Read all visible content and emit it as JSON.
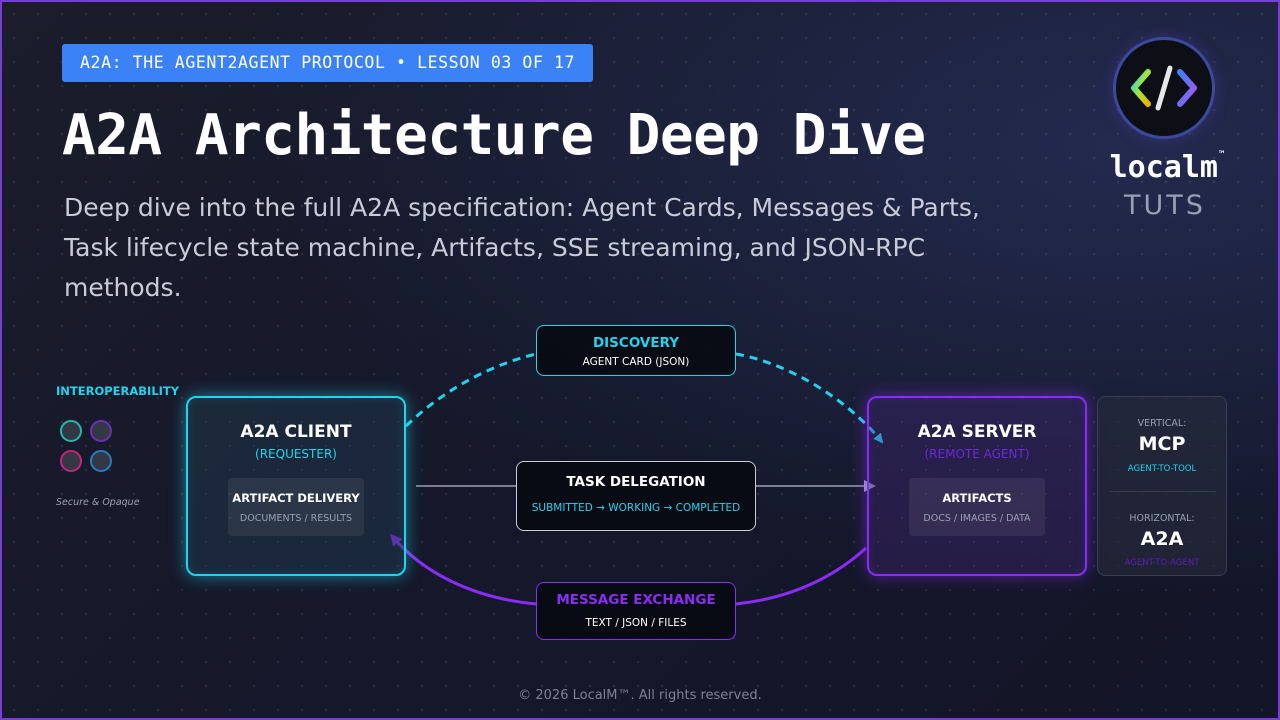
{
  "header": {
    "lesson_badge": "A2A: THE AGENT2AGENT PROTOCOL • LESSON 03 OF 17",
    "title": "A2A Architecture Deep Dive",
    "subtitle": "Deep dive into the full A2A specification: Agent Cards, Messages & Parts, Task lifecycle state machine, Artifacts, SSE streaming, and JSON-RPC methods."
  },
  "brand": {
    "name": "localm",
    "tm": "™",
    "sub": "TUTS",
    "logo_icon": "code-brackets-icon"
  },
  "diagram": {
    "interop": {
      "label": "INTEROPERABILITY",
      "caption": "Secure & Opaque",
      "dot_colors": [
        "#22b8a8",
        "#6d2fb8",
        "#c0267e",
        "#2a7cc0"
      ]
    },
    "client": {
      "title": "A2A CLIENT",
      "role": "(REQUESTER)",
      "card_title": "ARTIFACT DELIVERY",
      "card_sub": "DOCUMENTS / RESULTS"
    },
    "server": {
      "title": "A2A SERVER",
      "role": "(REMOTE AGENT)",
      "card_title": "ARTIFACTS",
      "card_sub": "DOCS / IMAGES / DATA"
    },
    "discovery": {
      "title": "DISCOVERY",
      "sub": "AGENT CARD (JSON)"
    },
    "task": {
      "title": "TASK DELEGATION",
      "sub": "SUBMITTED → WORKING → COMPLETED"
    },
    "message": {
      "title": "MESSAGE EXCHANGE",
      "sub": "TEXT / JSON / FILES"
    },
    "side_panel": {
      "vertical_label": "VERTICAL:",
      "vertical_value": "MCP",
      "vertical_tag": "AGENT-TO-TOOL",
      "horizontal_label": "HORIZONTAL:",
      "horizontal_value": "A2A",
      "horizontal_tag": "AGENT-TO-AGENT"
    },
    "colors": {
      "cyan": "#22d3ee",
      "purple": "#8b2cf5",
      "badge_blue": "#3b82f6"
    }
  },
  "footer": {
    "copyright": "© 2026 LocalM™. All rights reserved."
  }
}
